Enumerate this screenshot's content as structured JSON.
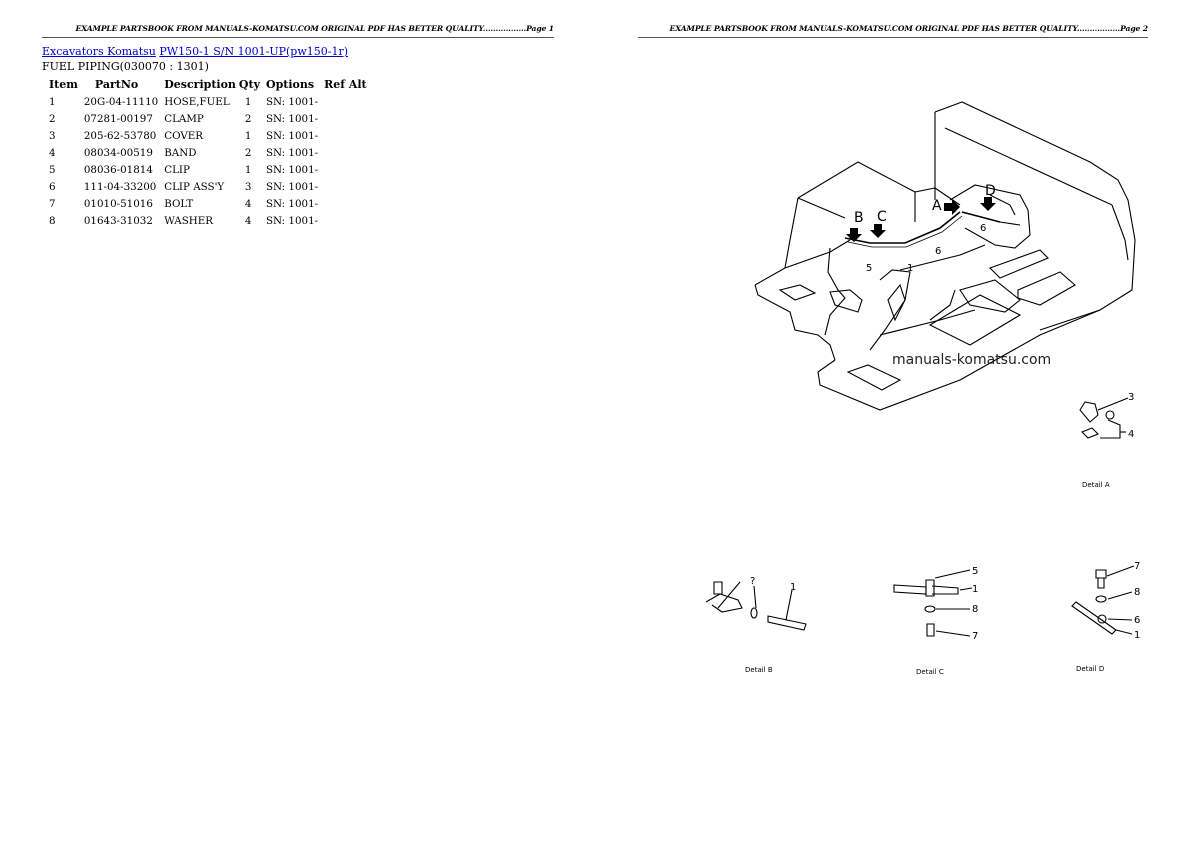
{
  "pages": [
    {
      "header": "EXAMPLE PARTSBOOK FROM MANUALS-KOMATSU.COM ORIGINAL PDF HAS BETTER QUALITY.................Page 1"
    },
    {
      "header": "EXAMPLE PARTSBOOK FROM MANUALS-KOMATSU.COM ORIGINAL PDF HAS BETTER QUALITY.................Page 2"
    }
  ],
  "breadcrumb": {
    "category_link": "Excavators Komatsu",
    "model_link": "PW150-1 S/N 1001-UP(pw150-1r)"
  },
  "section_title": "FUEL PIPING(030070 : 1301)",
  "table": {
    "headers": [
      "Item",
      "PartNo",
      "Description",
      "Qty",
      "Options",
      "Ref Alt"
    ],
    "rows": [
      {
        "item": "1",
        "partno": "20G-04-11110",
        "description": "HOSE,FUEL",
        "qty": "1",
        "options": "SN: 1001-"
      },
      {
        "item": "2",
        "partno": "07281-00197",
        "description": "CLAMP",
        "qty": "2",
        "options": "SN: 1001-"
      },
      {
        "item": "3",
        "partno": "205-62-53780",
        "description": "COVER",
        "qty": "1",
        "options": "SN: 1001-"
      },
      {
        "item": "4",
        "partno": "08034-00519",
        "description": "BAND",
        "qty": "2",
        "options": "SN: 1001-"
      },
      {
        "item": "5",
        "partno": "08036-01814",
        "description": "CLIP",
        "qty": "1",
        "options": "SN: 1001-"
      },
      {
        "item": "6",
        "partno": "111-04-33200",
        "description": "CLIP ASS'Y",
        "qty": "3",
        "options": "SN: 1001-"
      },
      {
        "item": "7",
        "partno": "01010-51016",
        "description": "BOLT",
        "qty": "4",
        "options": "SN: 1001-"
      },
      {
        "item": "8",
        "partno": "01643-31032",
        "description": "WASHER",
        "qty": "4",
        "options": "SN: 1001-"
      }
    ]
  },
  "diagram": {
    "watermark": "manuals-komatsu.com",
    "callouts": {
      "A": "A",
      "B": "B",
      "C": "C",
      "D": "D"
    },
    "labels": {
      "n1": "1",
      "n3": "3",
      "n4": "4",
      "n5": "5",
      "n6": "6",
      "n7": "7",
      "n8": "8"
    },
    "details": {
      "a": "Detail A",
      "b": "Detail B",
      "c": "Detail C",
      "d": "Detail D"
    }
  },
  "colors": {
    "link": "#0000cc",
    "text": "#000000",
    "rule": "#555555"
  }
}
